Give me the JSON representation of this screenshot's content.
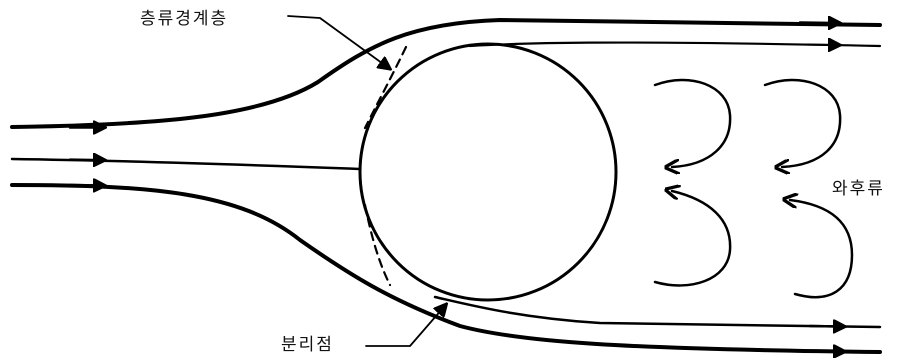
{
  "labels": {
    "boundary_layer": "층류경계층",
    "separation_point": "분리점",
    "wake": "와후류"
  },
  "colors": {
    "line": "#000000",
    "background": "#ffffff"
  }
}
